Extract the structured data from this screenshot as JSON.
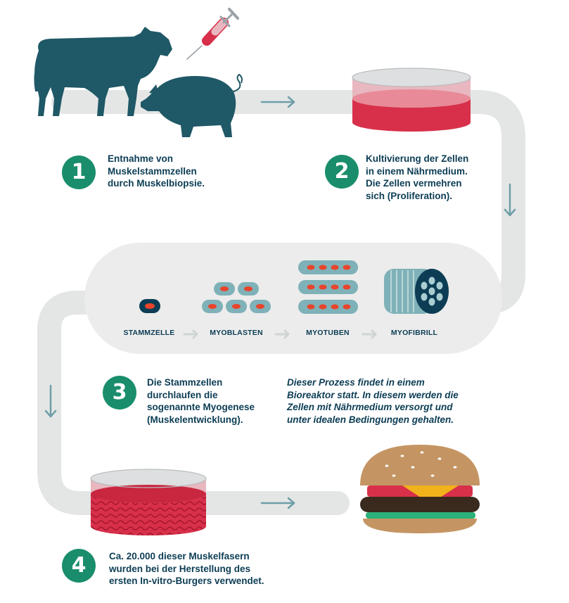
{
  "steps": [
    {
      "number": "1",
      "lines": [
        "Entnahme von",
        "Muskelstammzellen",
        "durch Muskelbiopsie."
      ]
    },
    {
      "number": "2",
      "lines": [
        "Kultivierung der Zellen",
        "in einem Nährmedium.",
        "Die Zellen vermehren",
        "sich (Proliferation)."
      ]
    },
    {
      "number": "3",
      "lines": [
        "Die Stammzellen",
        "durchlaufen die",
        "sogenannte Myogenese",
        "(Muskelentwicklung)."
      ]
    },
    {
      "number": "4",
      "lines": [
        "Ca. 20.000 dieser Muskelfasern",
        "wurden bei der Herstellung des",
        "ersten In-vitro-Burgers verwendet."
      ]
    }
  ],
  "note": {
    "lines": [
      "Dieser Prozess findet in einem",
      "Bioreaktor statt. In diesem werden die",
      "Zellen mit Nährmedium versorgt und",
      "unter idealen Bedingungen gehalten."
    ]
  },
  "stages": [
    {
      "label": "STAMMZELLE"
    },
    {
      "label": "MYOBLASTEN"
    },
    {
      "label": "MYOTUBEN"
    },
    {
      "label": "MYOFIBRILL"
    }
  ],
  "colors": {
    "teal_dark": "#0c3d55",
    "animal": "#1f5866",
    "green": "#1a8e6c",
    "red": "#d8304a",
    "gray_track": "#e4e6e6",
    "cell_fill": "#7fb1b8",
    "cell_nucleus": "#e8452c",
    "arrow": "#6f9ea7"
  }
}
